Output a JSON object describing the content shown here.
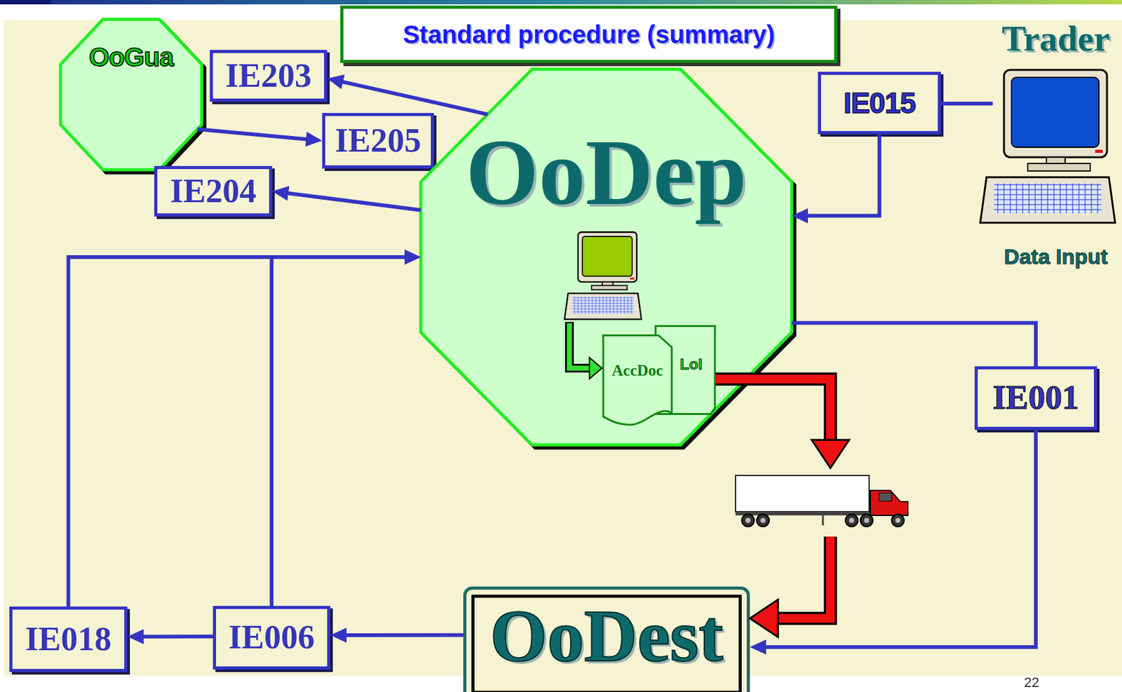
{
  "diagram": {
    "title": "Standard procedure (summary)",
    "nodes": [
      {
        "text": [
          "OoGua"
        ]
      },
      {
        "text": [
          "IE203"
        ]
      },
      {
        "text": [
          "Trader",
          "Data Input"
        ]
      },
      {
        "text": [
          "IE015"
        ]
      },
      {
        "text": [
          "IE205"
        ]
      },
      {
        "text": [
          "OoDep"
        ]
      },
      {
        "text": [
          "AccDoc"
        ],
        "in": 5
      },
      {
        "text": [
          "LoI"
        ],
        "in": 5
      },
      {
        "text": [
          "IE204"
        ]
      },
      {
        "text": [
          "IE001"
        ]
      },
      {
        "text": [
          "IE018"
        ]
      },
      {
        "text": [
          "IE006"
        ]
      },
      {
        "text": [
          "OoDest"
        ]
      }
    ],
    "edges": [
      {
        "from": 5,
        "to": 1,
        "arrow": "to"
      },
      {
        "from": 0,
        "to": 4,
        "arrow": "to"
      },
      {
        "from": 5,
        "to": 8,
        "arrow": "to"
      },
      {
        "from": 2,
        "to": 3,
        "arrow": "none"
      },
      {
        "from": 3,
        "to": 5,
        "arrow": "to"
      },
      {
        "from": 5,
        "to": 9,
        "arrow": "none"
      },
      {
        "from": 9,
        "to": 12,
        "arrow": "to"
      },
      {
        "from": 12,
        "to": 11,
        "arrow": "to"
      },
      {
        "from": 11,
        "to": 10,
        "arrow": "to"
      },
      {
        "from": 11,
        "to": 5,
        "arrow": "to"
      },
      {
        "from": 10,
        "to": 5,
        "arrow": "to"
      },
      {
        "from": 7,
        "to": 12,
        "arrow": "to"
      }
    ],
    "labels": [
      "22"
    ]
  }
}
